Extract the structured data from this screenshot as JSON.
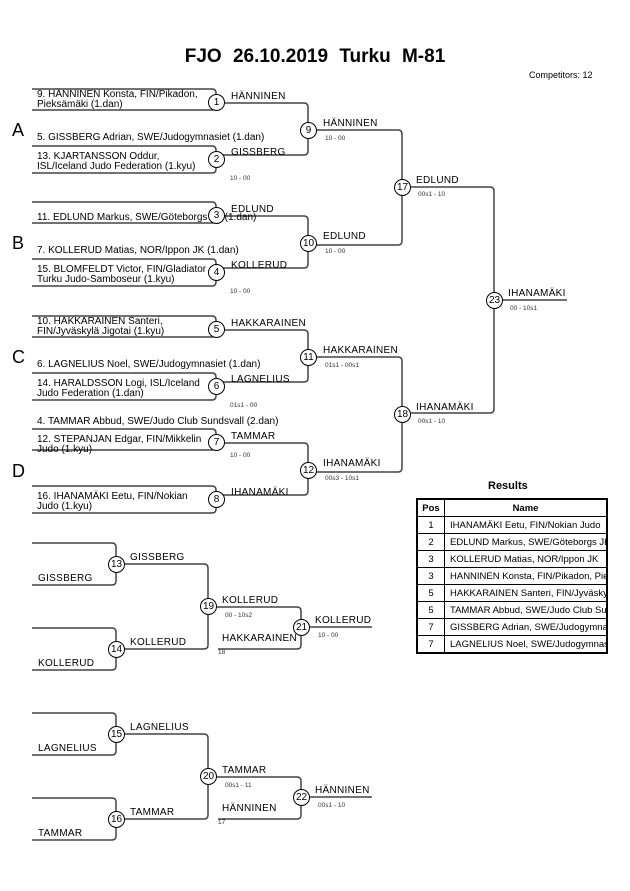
{
  "header": {
    "title": "FJO  26.10.2019  Turku   M-81",
    "competitors": "Competitors: 12"
  },
  "pools": [
    "A",
    "B",
    "C",
    "D"
  ],
  "entries": [
    {
      "label": "9. HÄNNINEN Konsta, FIN/Pikadon, Pieksämäki (1.dan)"
    },
    {
      "label": "5. GISSBERG Adrian, SWE/Judogymnasiet (1.dan)"
    },
    {
      "label": "13. KJARTANSSON Oddur, ISL/Iceland Judo Federation (1.kyu)"
    },
    {
      "label": "11. EDLUND Markus, SWE/Göteborgs JK (1.dan)"
    },
    {
      "label": "7. KOLLERUD Matias, NOR/Ippon JK (1.dan)"
    },
    {
      "label": "15. BLOMFELDT Victor, FIN/Gladiator Turku Judo-Samboseur (1.kyu)"
    },
    {
      "label": "10. HAKKARAINEN Santeri, FIN/Jyväskylä Jigotai (1.kyu)"
    },
    {
      "label": "6. LAGNELIUS Noel, SWE/Judogymnasiet (1.dan)"
    },
    {
      "label": "14. HARALDSSON Logi, ISL/Iceland Judo Federation (1.dan)"
    },
    {
      "label": "4. TAMMAR Abbud, SWE/Judo Club Sundsvall (2.dan)"
    },
    {
      "label": "12. STEPANJAN Edgar, FIN/Mikkelin Judo (1.kyu)"
    },
    {
      "label": "16. IHANAMÄKI Eetu, FIN/Nokian Judo (1.kyu)"
    }
  ],
  "matches": {
    "m1": {
      "no": "1",
      "winner": "HÄNNINEN",
      "score": ""
    },
    "m2": {
      "no": "2",
      "winner": "GISSBERG",
      "score": "10 - 00"
    },
    "m3": {
      "no": "3",
      "winner": "EDLUND",
      "score": ""
    },
    "m4": {
      "no": "4",
      "winner": "KOLLERUD",
      "score": "10 - 00"
    },
    "m5": {
      "no": "5",
      "winner": "HAKKARAINEN",
      "score": ""
    },
    "m6": {
      "no": "6",
      "winner": "LAGNELIUS",
      "score": "01s1 - 00"
    },
    "m7": {
      "no": "7",
      "winner": "TAMMAR",
      "score": "10 - 00"
    },
    "m8": {
      "no": "8",
      "winner": "IHANAMÄKI",
      "score": ""
    },
    "m9": {
      "no": "9",
      "winner": "HÄNNINEN",
      "score": "10 - 00"
    },
    "m10": {
      "no": "10",
      "winner": "EDLUND",
      "score": "10 - 00"
    },
    "m11": {
      "no": "11",
      "winner": "HAKKARAINEN",
      "score": "01s1 - 00s1"
    },
    "m12": {
      "no": "12",
      "winner": "IHANAMÄKI",
      "score": "00s3 - 10s1"
    },
    "m17": {
      "no": "17",
      "winner": "EDLUND",
      "score": "00s1 - 10"
    },
    "m18": {
      "no": "18",
      "winner": "IHANAMÄKI",
      "score": "00s1 - 10"
    },
    "m23": {
      "no": "23",
      "winner": "IHANAMÄKI",
      "score": "00 - 10s1"
    },
    "m13": {
      "no": "13",
      "entrant": "GISSBERG",
      "winner": "GISSBERG"
    },
    "m14": {
      "no": "14",
      "entrant": "KOLLERUD",
      "winner": "KOLLERUD"
    },
    "m19": {
      "no": "19",
      "winner": "KOLLERUD",
      "score": "00 - 10s2"
    },
    "m21": {
      "no": "21",
      "loser_in": "HAKKARAINEN",
      "loser_from": "18",
      "winner": "KOLLERUD",
      "score": "10 - 00"
    },
    "m15": {
      "no": "15",
      "entrant": "LAGNELIUS",
      "winner": "LAGNELIUS"
    },
    "m16": {
      "no": "16",
      "entrant": "TAMMAR",
      "winner": "TAMMAR"
    },
    "m20": {
      "no": "20",
      "winner": "TAMMAR",
      "score": "00s1 - 11"
    },
    "m22": {
      "no": "22",
      "loser_in": "HÄNNINEN",
      "loser_from": "17",
      "winner": "HÄNNINEN",
      "score": "00s1 - 10"
    }
  },
  "results": {
    "title": "Results",
    "headers": [
      "Pos",
      "Name"
    ],
    "rows": [
      {
        "pos": "1",
        "name": "IHANAMÄKI Eetu, FIN/Nokian Judo"
      },
      {
        "pos": "2",
        "name": "EDLUND Markus, SWE/Göteborgs JK"
      },
      {
        "pos": "3",
        "name": "KOLLERUD Matias, NOR/Ippon JK"
      },
      {
        "pos": "3",
        "name": "HANNINEN Konsta, FIN/Pikadon, Pieksämäki"
      },
      {
        "pos": "5",
        "name": "HAKKARAINEN Santeri, FIN/Jyväskylä Jigotai"
      },
      {
        "pos": "5",
        "name": "TAMMAR Abbud, SWE/Judo Club Sundsvall"
      },
      {
        "pos": "7",
        "name": "GISSBERG Adrian, SWE/Judogymnasiet"
      },
      {
        "pos": "7",
        "name": "LAGNELIUS Noel, SWE/Judogymnasiet"
      }
    ]
  },
  "colors": {
    "line": "#444444",
    "text": "#000000",
    "score": "#333333"
  }
}
